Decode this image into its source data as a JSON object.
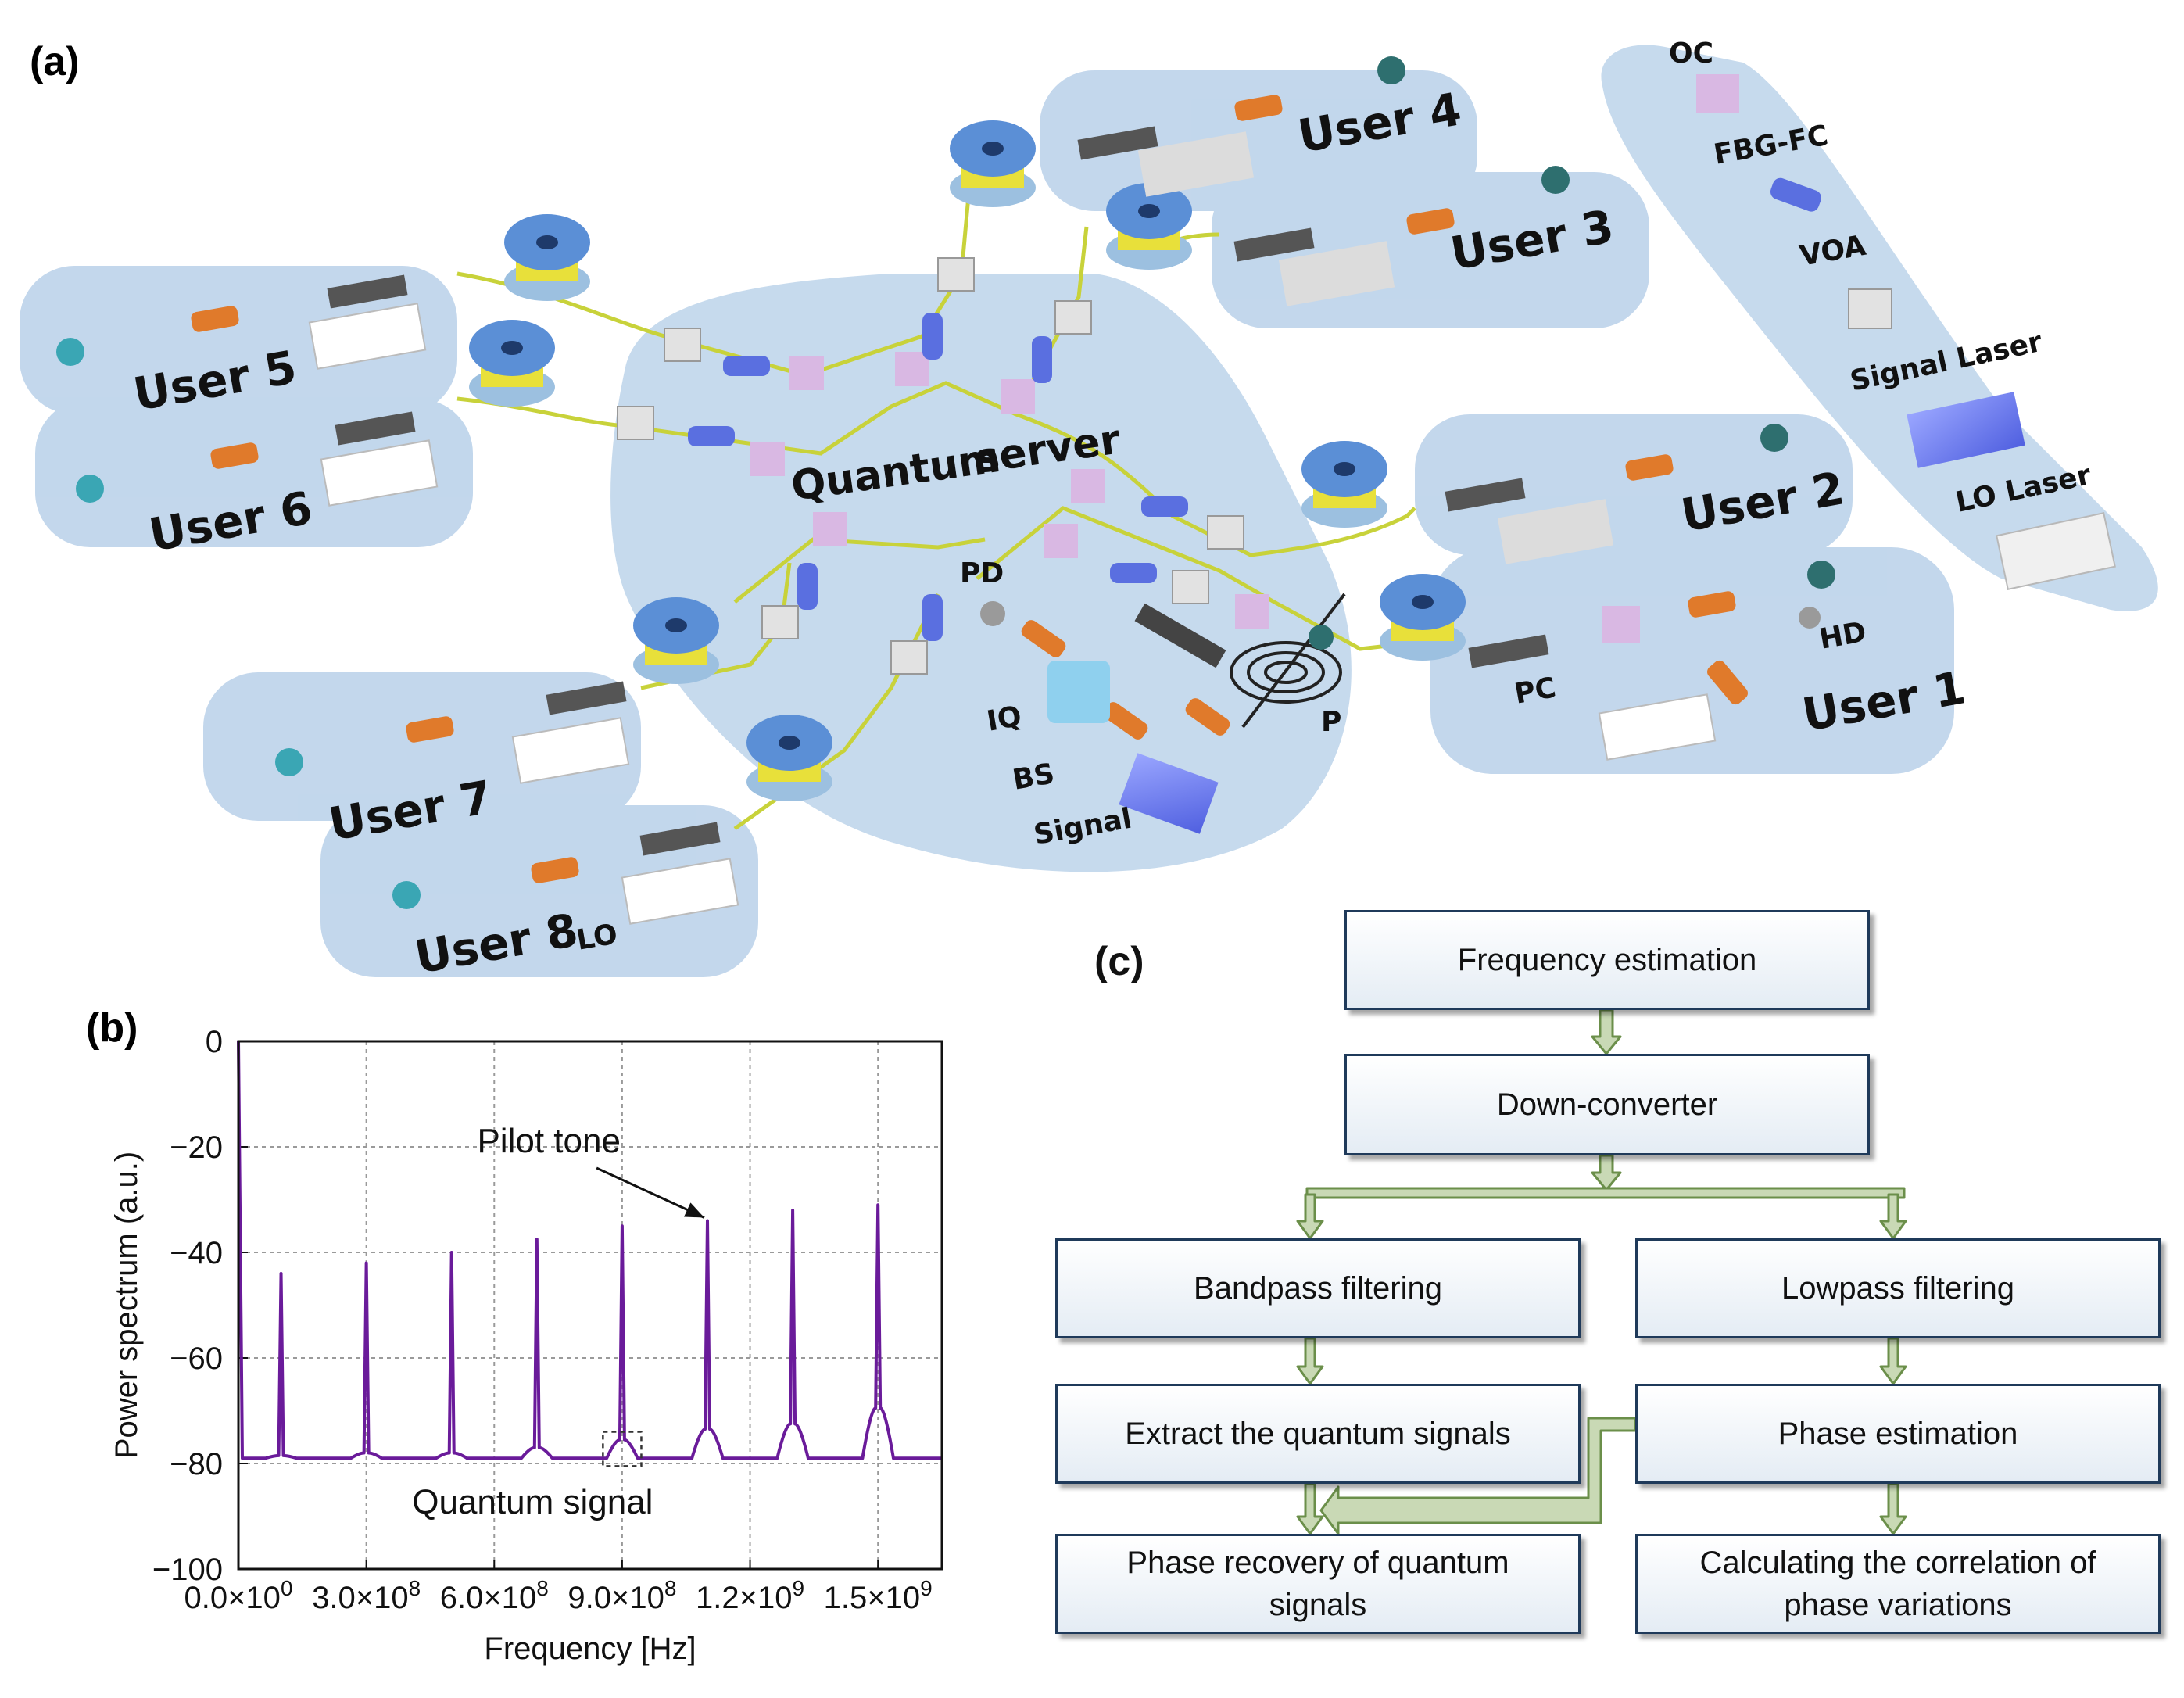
{
  "panel_a": {
    "label": "(a)",
    "server_label": [
      "Quantum",
      "server"
    ],
    "users": [
      "User 1",
      "User 2",
      "User 3",
      "User 4",
      "User 5",
      "User 6",
      "User 7",
      "User 8"
    ],
    "component_labels": {
      "pd": "PD",
      "iq": "IQ",
      "bs": "BS",
      "signal": "Signal",
      "p": "P",
      "pc": "PC",
      "hd": "HD",
      "lo": "LO"
    },
    "legend": {
      "oc": "OC",
      "fbg": "FBG-FC",
      "voa": "VOA",
      "signal_laser": "Signal Laser",
      "lo_laser": "LO Laser"
    }
  },
  "panel_b": {
    "label": "(b)",
    "annotation_pilot": "Pilot tone",
    "annotation_quantum": "Quantum signal"
  },
  "chart_data": {
    "type": "line",
    "title": "",
    "xlabel": "Frequency [Hz]",
    "ylabel": "Power spectrum (a.u.)",
    "xlim": [
      0,
      1650000000.0
    ],
    "ylim": [
      -100,
      0
    ],
    "x_ticks": [
      0,
      300000000.0,
      600000000.0,
      900000000.0,
      1200000000.0,
      1500000000.0
    ],
    "x_tick_mantissas": [
      "0.0",
      "3.0",
      "6.0",
      "9.0",
      "1.2",
      "1.5"
    ],
    "x_tick_exponents": [
      "0",
      "8",
      "8",
      "8",
      "9",
      "9"
    ],
    "y_ticks": [
      0,
      -20,
      -40,
      -60,
      -80,
      -100
    ],
    "y_tick_labels": [
      "0",
      "−20",
      "−40",
      "−60",
      "−80",
      "−100"
    ],
    "grid": true,
    "color": "#6a1b9a",
    "noise_floor": -79,
    "pilot_tones": [
      {
        "x": 100000000.0,
        "y": -44
      },
      {
        "x": 300000000.0,
        "y": -42
      },
      {
        "x": 500000000.0,
        "y": -40
      },
      {
        "x": 700000000.0,
        "y": -37.5
      },
      {
        "x": 900000000.0,
        "y": -35
      },
      {
        "x": 1100000000.0,
        "y": -34
      },
      {
        "x": 1300000000.0,
        "y": -32
      },
      {
        "x": 1500000000.0,
        "y": -31
      }
    ],
    "quantum_bumps": [
      {
        "x": 100000000.0,
        "y": -78.5
      },
      {
        "x": 300000000.0,
        "y": -78
      },
      {
        "x": 500000000.0,
        "y": -78
      },
      {
        "x": 700000000.0,
        "y": -77
      },
      {
        "x": 900000000.0,
        "y": -75.5
      },
      {
        "x": 1100000000.0,
        "y": -73.5
      },
      {
        "x": 1300000000.0,
        "y": -72.5
      },
      {
        "x": 1500000000.0,
        "y": -69.5
      }
    ],
    "dc_peak": {
      "x": 0,
      "y": 0
    }
  },
  "panel_c": {
    "label": "(c)",
    "boxes": {
      "freq": "Frequency estimation",
      "down": "Down-converter",
      "bandpass": "Bandpass filtering",
      "lowpass": "Lowpass filtering",
      "extract": "Extract the quantum signals",
      "phase_est": "Phase estimation",
      "recovery": "Phase recovery of quantum signals",
      "correlation": "Calculating the correlation of phase variations"
    }
  },
  "colors": {
    "platform": "#bcd3ea",
    "fiber": "#c8d23a",
    "spool_rim": "#5b8fd6",
    "spool_coil": "#e8e03a",
    "oc": "#d9b8e3",
    "fbg": "#5a6fe0",
    "modulator": "#e07a2b",
    "purple": "#6a1b9a",
    "arrow_fill": "#c9d9b5",
    "arrow_stroke": "#6b8f4a"
  }
}
